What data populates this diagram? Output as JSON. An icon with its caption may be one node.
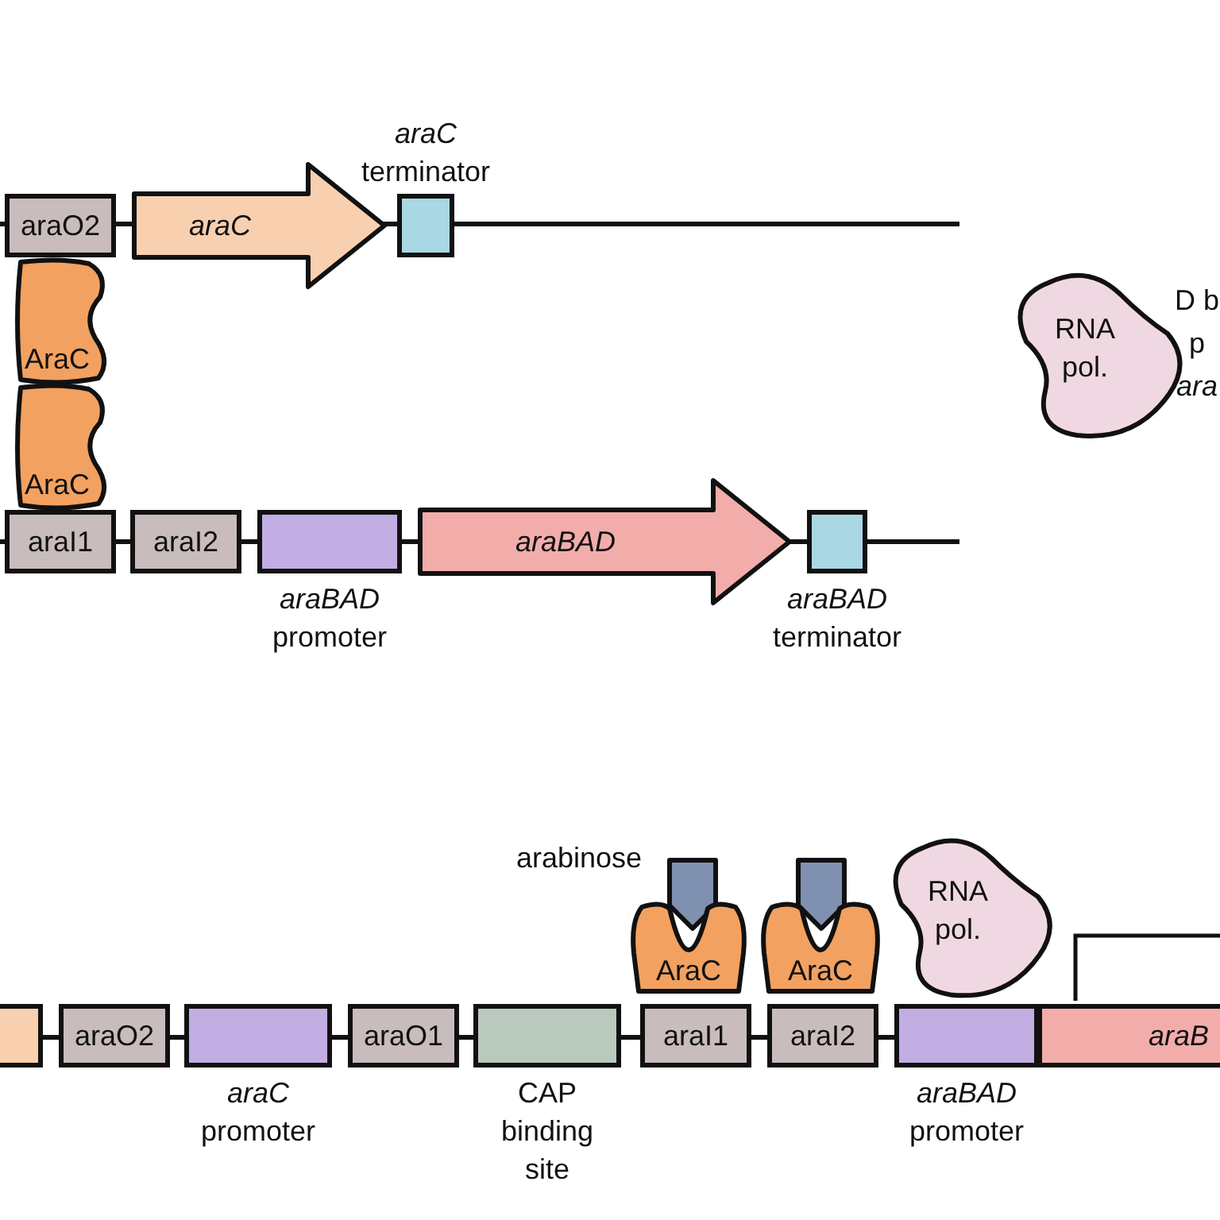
{
  "diagram": {
    "nodes": [
      {
        "text": [
          "araO2"
        ]
      },
      {
        "text": [
          "araC"
        ]
      },
      {
        "text": [
          "*araC* terminator"
        ]
      },
      {
        "text": [
          "AraC"
        ]
      },
      {
        "text": [
          "AraC"
        ]
      },
      {
        "text": [
          "araI1"
        ]
      },
      {
        "text": [
          "araI2"
        ]
      },
      {
        "text": [
          "*araBAD* promoter"
        ]
      },
      {
        "text": [
          "araBAD"
        ]
      },
      {
        "text": [
          "*araBAD* terminator"
        ]
      },
      {
        "text": [
          "RNA pol."
        ]
      },
      {
        "text": [],
        "shape": "box",
        "beside": [
          "arabinose"
        ]
      },
      {
        "text": [],
        "shape": "box"
      },
      {
        "text": [
          "AraC"
        ]
      },
      {
        "text": [
          "AraC"
        ]
      },
      {
        "text": [
          "RNA pol."
        ]
      },
      {
        "text": [],
        "shape": "box"
      },
      {
        "text": [
          "araO2"
        ]
      },
      {
        "text": [
          "*araC* promoter"
        ]
      },
      {
        "text": [
          "araO1"
        ]
      },
      {
        "text": [
          "CAP binding site"
        ]
      },
      {
        "text": [
          "araI1"
        ]
      },
      {
        "text": [
          "araI2"
        ]
      },
      {
        "text": [
          "*araBAD* promoter"
        ]
      },
      {
        "text": [
          "araB"
        ]
      }
    ],
    "labels": [
      "D b p *ara*"
    ]
  }
}
